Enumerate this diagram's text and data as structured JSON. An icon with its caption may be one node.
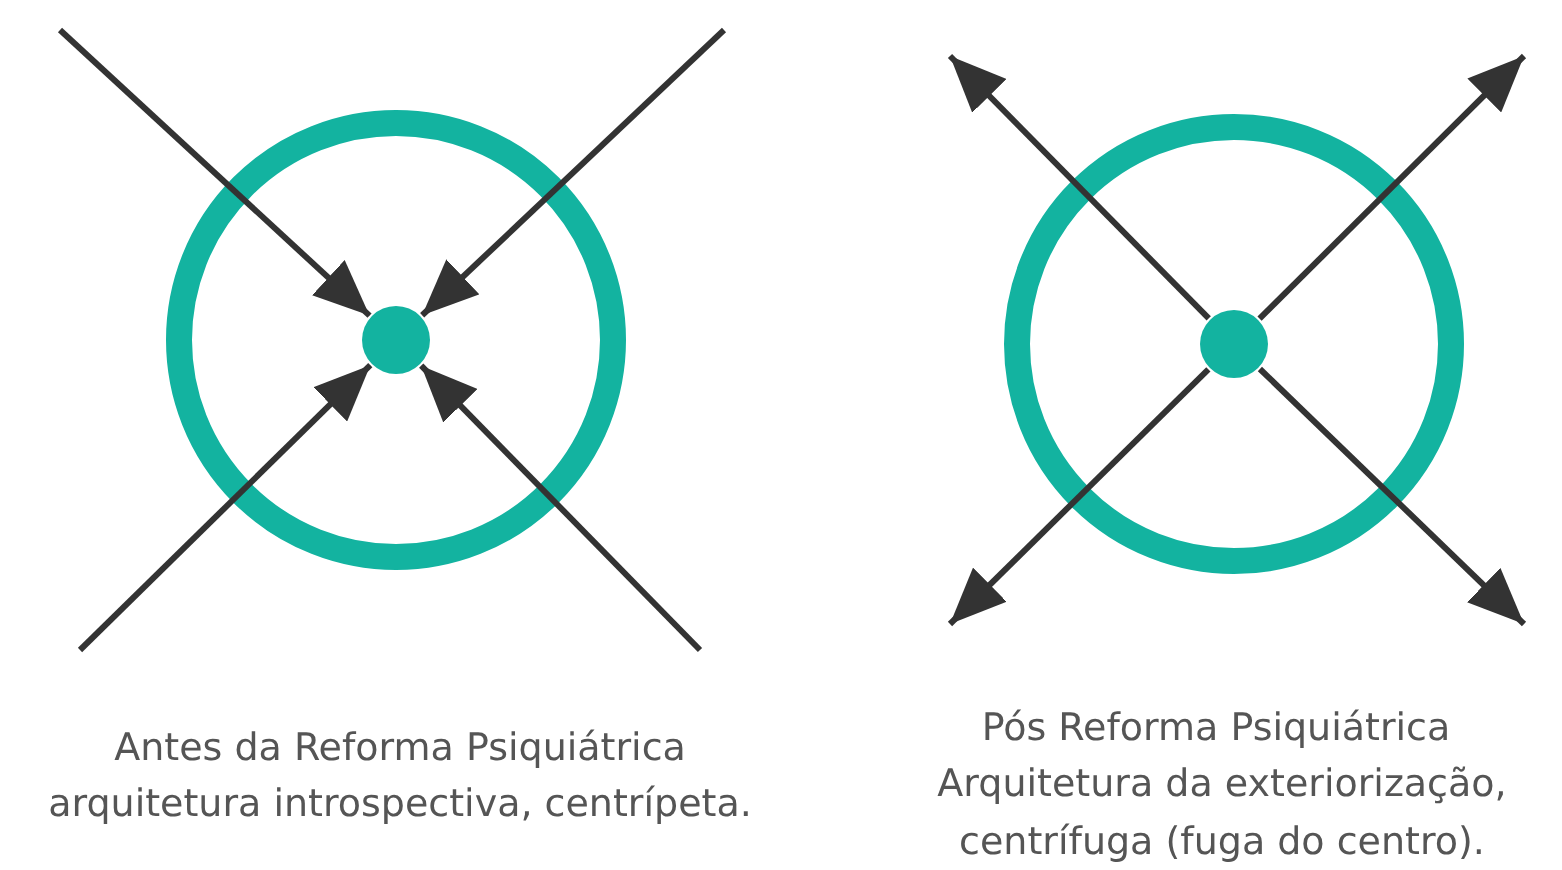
{
  "diagram": {
    "nodes": [
      {
        "text": [],
        "shape": "circle"
      },
      {
        "text": [],
        "shape": "circle",
        "in": 0
      },
      {
        "text": [],
        "shape": "circle"
      },
      {
        "text": [],
        "shape": "circle",
        "in": 2
      }
    ],
    "edges": [
      {
        "from": null,
        "to": 1,
        "arrow": "to"
      },
      {
        "from": null,
        "to": 1,
        "arrow": "to"
      },
      {
        "from": null,
        "to": 1,
        "arrow": "to"
      },
      {
        "from": null,
        "to": 1,
        "arrow": "to"
      },
      {
        "from": 3,
        "to": null,
        "arrow": "to"
      },
      {
        "from": 3,
        "to": null,
        "arrow": "to"
      },
      {
        "from": 3,
        "to": null,
        "arrow": "to"
      },
      {
        "from": 3,
        "to": null,
        "arrow": "to"
      }
    ],
    "labels": [
      "Antes da Reforma Psiquiátrica",
      "arquitetura introspectiva, centrípeta.",
      "Pós Reforma Psiquiátrica",
      "Arquitetura da exteriorização, centrífuga (fuga do centro)."
    ]
  }
}
